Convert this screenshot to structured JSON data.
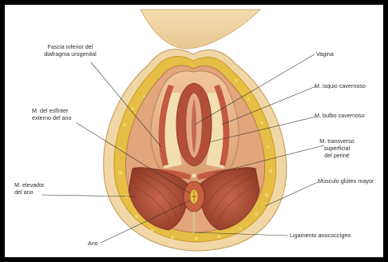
{
  "colors": {
    "frame": "#000000",
    "background": "#ffffff",
    "skin": "#f2d9a6",
    "fat": "#e2b83c",
    "muscle": "#b5553c",
    "tissue": "#e8a77c",
    "leader_line": "#333333"
  },
  "labels": {
    "fascia": [
      "Fascia inferior del",
      "diafragma urogenital"
    ],
    "esfinter": [
      "M. del esfínter",
      "externo del ano"
    ],
    "elevador": [
      "M. elevador",
      "del ano"
    ],
    "ano": "Ano",
    "vagina": "Vagina",
    "isquio": "M. isquio cavernoso",
    "bulbo": "M. bulbo cavernoso",
    "transverso": [
      "M. transverso",
      "superficial",
      "del periné"
    ],
    "gluteo": "Músculo glúteo mayor",
    "ligamento": "Ligamento anococcígeo"
  }
}
